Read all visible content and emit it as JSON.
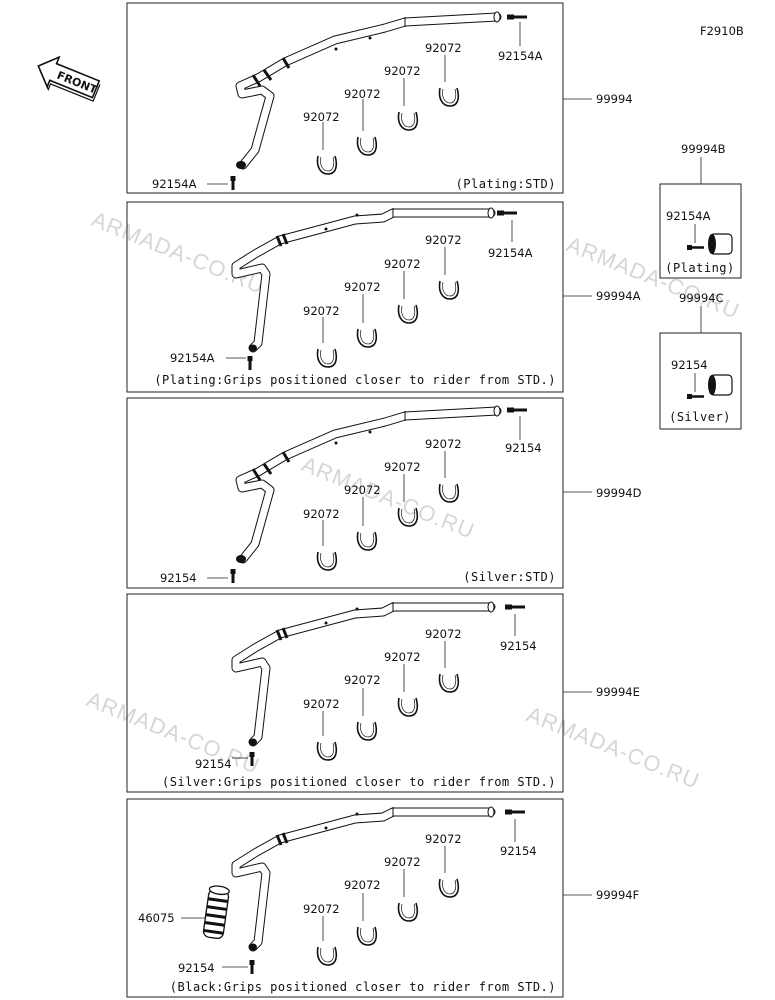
{
  "diagram_code": "F2910B",
  "front_label": "FRONT",
  "watermark": "ARMADA-CO.RU",
  "assemblies": [
    {
      "part_no": "99994",
      "note": "(Plating:STD)",
      "bolt_top": "92154A",
      "bolt_bottom": "92154A",
      "clamps": [
        "92072",
        "92072",
        "92072",
        "92072"
      ]
    },
    {
      "part_no": "99994A",
      "note": "(Plating:Grips positioned closer to rider from STD.)",
      "bolt_top": "92154A",
      "bolt_bottom": "92154A",
      "clamps": [
        "92072",
        "92072",
        "92072",
        "92072"
      ]
    },
    {
      "part_no": "99994D",
      "note": "(Silver:STD)",
      "bolt_top": "92154",
      "bolt_bottom": "92154",
      "clamps": [
        "92072",
        "92072",
        "92072",
        "92072"
      ]
    },
    {
      "part_no": "99994E",
      "note": "(Silver:Grips positioned closer to rider from STD.)",
      "bolt_top": "92154",
      "bolt_bottom": "92154",
      "clamps": [
        "92072",
        "92072",
        "92072",
        "92072"
      ]
    },
    {
      "part_no": "99994F",
      "note": "(Black:Grips positioned closer to rider from STD.)",
      "bolt_top": "92154",
      "bolt_bottom": "92154",
      "grip": "46075",
      "clamps": [
        "92072",
        "92072",
        "92072",
        "92072"
      ]
    }
  ],
  "end_caps": [
    {
      "part_no": "99994B",
      "bolt": "92154A",
      "note": "(Plating)"
    },
    {
      "part_no": "99994C",
      "bolt": "92154",
      "note": "(Silver)"
    }
  ]
}
